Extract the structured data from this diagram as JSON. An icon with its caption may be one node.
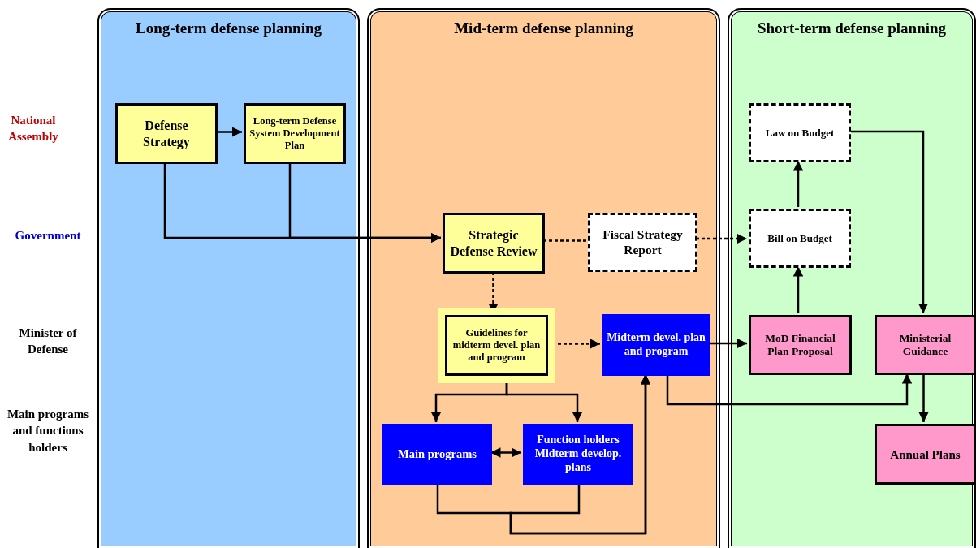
{
  "diagram": {
    "nodes": [
      {
        "text": [
          "Long-term defense planning"
        ]
      },
      {
        "text": [
          "Defense Strategy"
        ],
        "in": 0
      },
      {
        "text": [
          "Long-term Defense System Development Plan"
        ],
        "in": 0
      },
      {
        "text": [
          "Mid-term defense planning"
        ]
      },
      {
        "text": [
          "Strategic Defense Review"
        ],
        "in": 3
      },
      {
        "text": [
          "Fiscal Strategy Report"
        ],
        "in": 3
      },
      {
        "text": [
          "Guidelines for midterm devel. plan and program"
        ],
        "in": 3
      },
      {
        "text": [
          "Midterm devel. plan and program"
        ],
        "in": 3
      },
      {
        "text": [
          "Main programs"
        ],
        "in": 3
      },
      {
        "text": [
          "Function holders Midterm develop. plans"
        ],
        "in": 3
      },
      {
        "text": [
          "Short-term defense planning"
        ]
      },
      {
        "text": [
          "Law on Budget"
        ],
        "in": 10
      },
      {
        "text": [
          "Bill on Budget"
        ],
        "in": 10
      },
      {
        "text": [
          "MoD Financial Plan Proposal"
        ],
        "in": 10
      },
      {
        "text": [
          "Ministerial Guidance"
        ],
        "in": 10
      },
      {
        "text": [
          "Annual Plans"
        ],
        "in": 10
      }
    ],
    "edges": [
      {
        "from": 1,
        "to": 2,
        "arrow": "to"
      },
      {
        "from": 1,
        "to": 4,
        "arrow": "to"
      },
      {
        "from": 2,
        "to": 4,
        "arrow": "to"
      },
      {
        "from": 4,
        "to": 5,
        "arrow": "none",
        "style": "dashed"
      },
      {
        "from": 5,
        "to": 12,
        "arrow": "to",
        "style": "dashed"
      },
      {
        "from": 4,
        "to": 6,
        "arrow": "to",
        "style": "dashed"
      },
      {
        "from": 6,
        "to": 7,
        "arrow": "to",
        "style": "dashed"
      },
      {
        "from": 7,
        "to": 13,
        "arrow": "to"
      },
      {
        "from": 13,
        "to": 12,
        "arrow": "to"
      },
      {
        "from": 12,
        "to": 11,
        "arrow": "to"
      },
      {
        "from": 11,
        "to": 14,
        "arrow": "to"
      },
      {
        "from": 7,
        "to": 14,
        "arrow": "to"
      },
      {
        "from": 14,
        "to": 15,
        "arrow": "to"
      },
      {
        "from": 6,
        "to": 8,
        "arrow": "to"
      },
      {
        "from": 6,
        "to": 9,
        "arrow": "to"
      },
      {
        "from": 8,
        "to": 9,
        "arrow": "both"
      },
      {
        "from": 8,
        "to": 7,
        "arrow": "to"
      },
      {
        "from": 9,
        "to": 7,
        "arrow": "to"
      }
    ],
    "labels": [
      "National Assembly",
      "Government",
      "Minister of Defense",
      "Main programs and functions holders"
    ]
  }
}
